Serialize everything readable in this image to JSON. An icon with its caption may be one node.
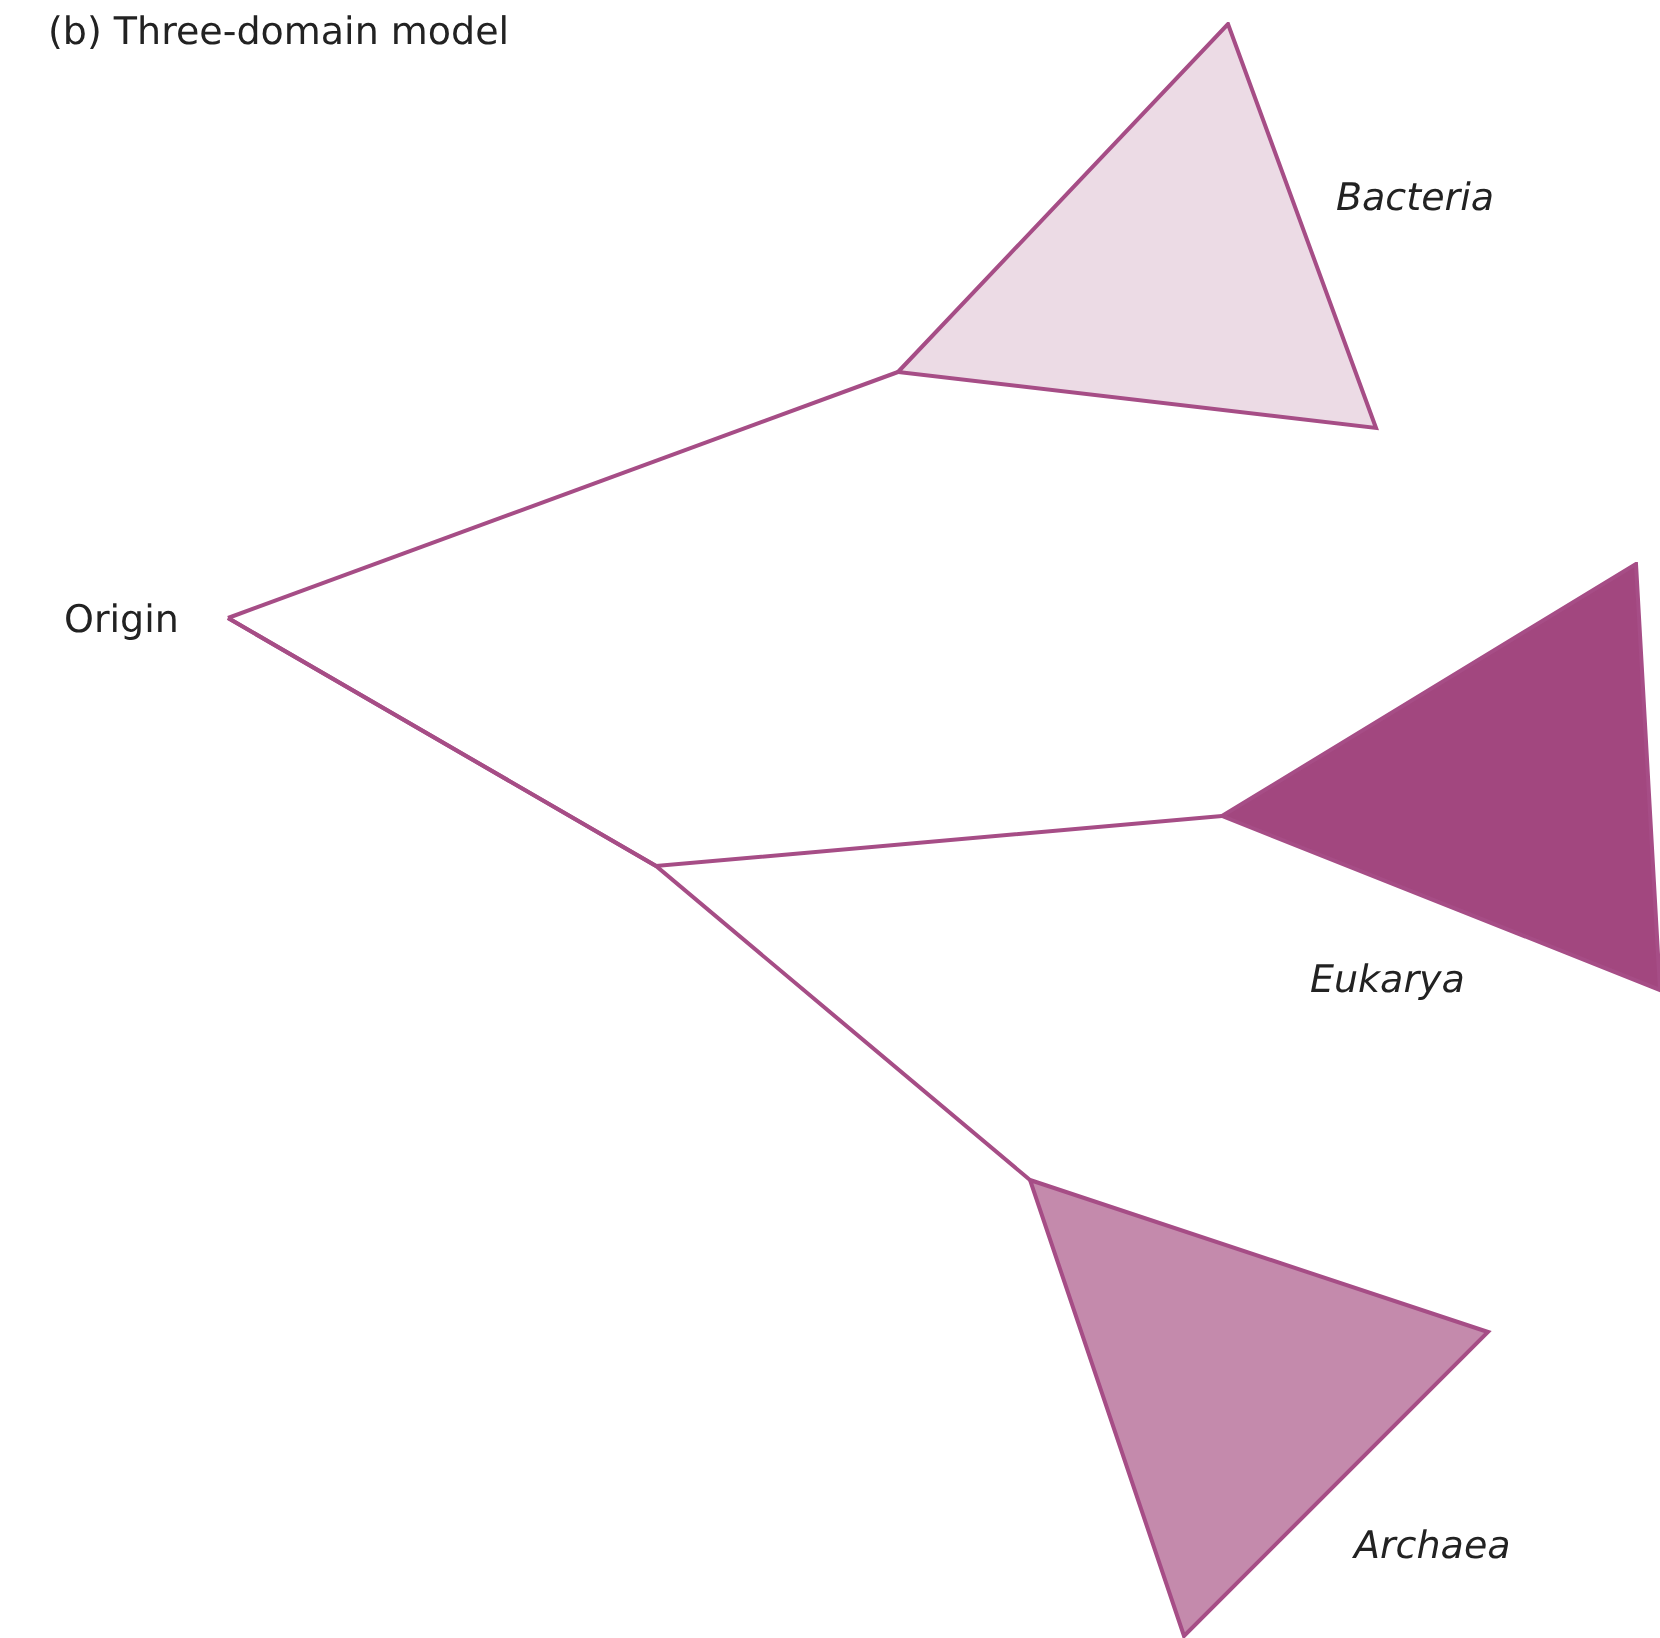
{
  "diagram": {
    "title": "(b) Three-domain model",
    "nodes": [
      {
        "text": [
          "Origin"
        ]
      },
      {
        "text": [],
        "shape": "triangle",
        "beside": [
          "Bacteria"
        ]
      },
      {
        "text": [],
        "shape": "triangle",
        "beside": [
          "Eukarya"
        ]
      },
      {
        "text": [],
        "shape": "triangle",
        "beside": [
          "Archaea"
        ]
      }
    ],
    "edges": [
      {
        "from": 0,
        "to": 1,
        "arrow": "none"
      },
      {
        "from": 0,
        "to": 2,
        "arrow": "none"
      },
      {
        "from": 0,
        "to": 3,
        "arrow": "none"
      }
    ]
  }
}
